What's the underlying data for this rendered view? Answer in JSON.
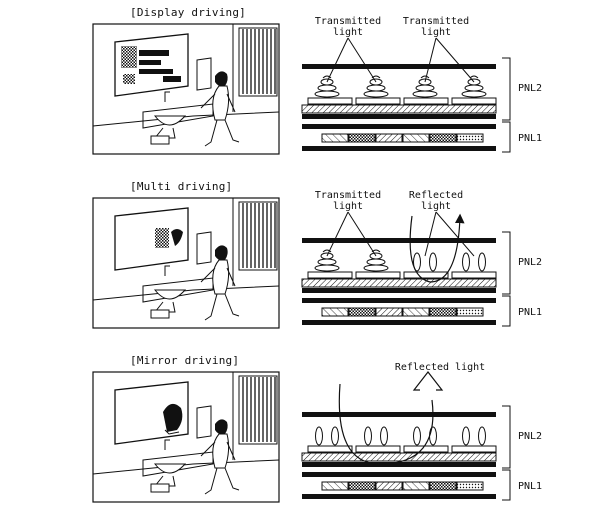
{
  "modes": [
    {
      "title": "[Display driving]",
      "illustration": "bathroom-scene-display-on-icon",
      "mirror_content": "displayed-image",
      "labels": [
        "Transmitted light",
        "Transmitted light"
      ],
      "label_lines": [
        [
          "Transmitted",
          "light"
        ],
        [
          "Transmitted",
          "light"
        ]
      ],
      "panel_labels": [
        "PNL2",
        "PNL1"
      ],
      "cells": [
        "stack",
        "stack",
        "stack",
        "stack"
      ],
      "arrow": "none"
    },
    {
      "title": "[Multi driving]",
      "illustration": "bathroom-scene-partial-display-icon",
      "mirror_content": "partial-image",
      "labels": [
        "Transmitted light",
        "Reflected light"
      ],
      "label_lines": [
        [
          "Transmitted",
          "light"
        ],
        [
          "Reflected",
          "light"
        ]
      ],
      "panel_labels": [
        "PNL2",
        "PNL1"
      ],
      "cells": [
        "stack",
        "stack",
        "ellipse",
        "ellipse"
      ],
      "arrow": "small-reflection"
    },
    {
      "title": "[Mirror driving]",
      "illustration": "bathroom-scene-mirror-icon",
      "mirror_content": "reflection",
      "labels": [
        "Reflected light"
      ],
      "label_lines": [
        [
          "Reflected light"
        ]
      ],
      "panel_labels": [
        "PNL2",
        "PNL1"
      ],
      "cells": [
        "ellipse",
        "ellipse",
        "ellipse",
        "ellipse"
      ],
      "arrow": "large-reflection"
    }
  ]
}
